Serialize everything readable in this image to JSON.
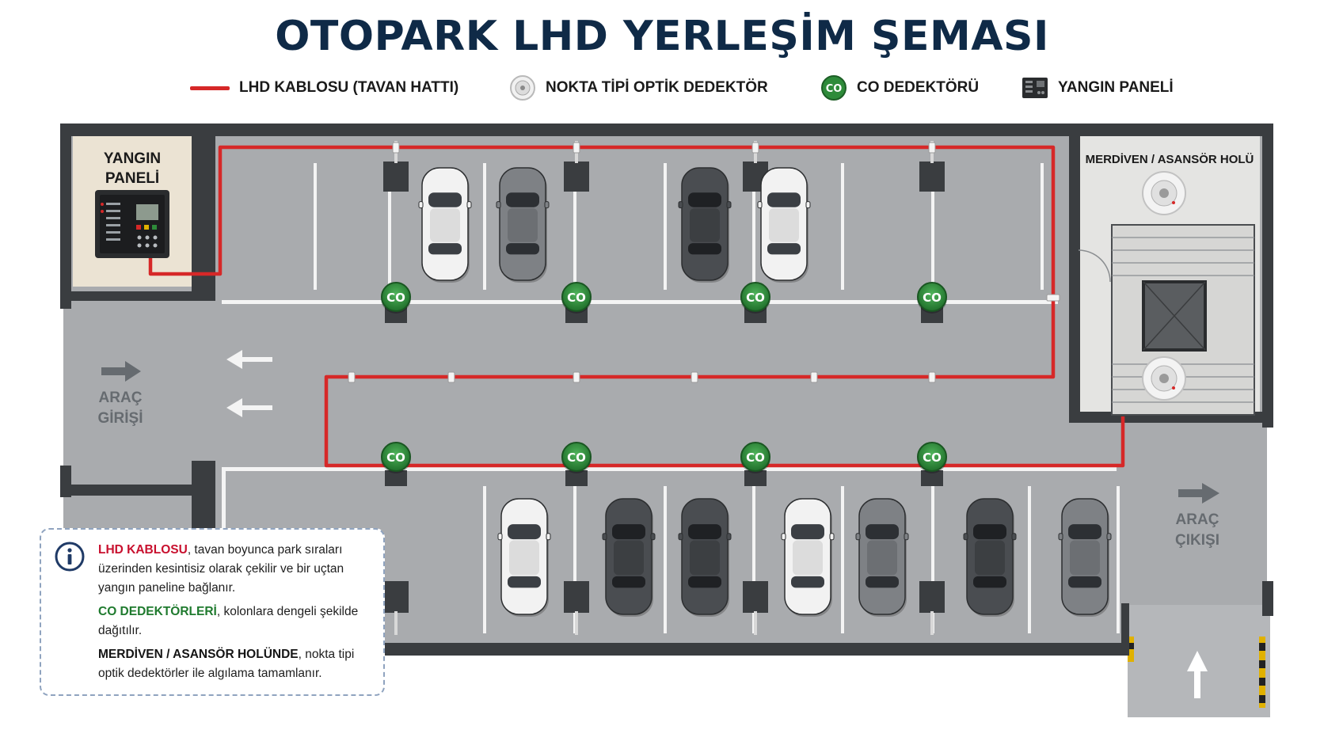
{
  "title": "OTOPARK LHD YERLEŞİM ŞEMASI",
  "legend": [
    {
      "symbol": "red-line-swatch",
      "label": "LHD KABLOSU (TAVAN HATTI)"
    },
    {
      "symbol": "smoke-detector-icon",
      "label": "NOKTA TİPİ OPTİK DEDEKTÖR"
    },
    {
      "symbol": "co-detector-icon",
      "label": "CO DEDEKTÖRÜ"
    },
    {
      "symbol": "fire-panel-icon",
      "label": "YANGIN PANELİ"
    }
  ],
  "rooms": {
    "fire_panel": {
      "line1": "YANGIN",
      "line2": "PANELİ"
    },
    "stair": {
      "label": "MERDİVEN / ASANSÖR HOLÜ"
    }
  },
  "co_badge": "CO",
  "flows": {
    "entry": {
      "line1": "ARAÇ",
      "line2": "GİRİŞİ"
    },
    "exit": {
      "line1": "ARAÇ",
      "line2": "ÇIKIŞI"
    }
  },
  "info": {
    "p1_highlight": "LHD KABLOSU",
    "p1_rest": ", tavan boyunca park sıraları üzerinden kesintisiz olarak çekilir ve bir uçtan yangın paneline bağlanır.",
    "p2_highlight": "CO DEDEKTÖRLERİ",
    "p2_rest": ", kolonlara dengeli şekilde dağıtılır.",
    "p3_highlight": "MERDİVEN / ASANSÖR HOLÜNDE",
    "p3_rest": ", nokta tipi optik dedektörler ile algılama tamamlanır."
  },
  "colors": {
    "title": "#0f2a47",
    "lhd_cable": "#d62828",
    "co_green": "#2e8b3a",
    "wall": "#3a3d40",
    "floor": "#a9abae"
  },
  "cars_top": [
    "white",
    "gray",
    "dark",
    "white"
  ],
  "cars_bottom": [
    "white",
    "dark",
    "dark",
    "white",
    "gray",
    "dark",
    "gray"
  ]
}
